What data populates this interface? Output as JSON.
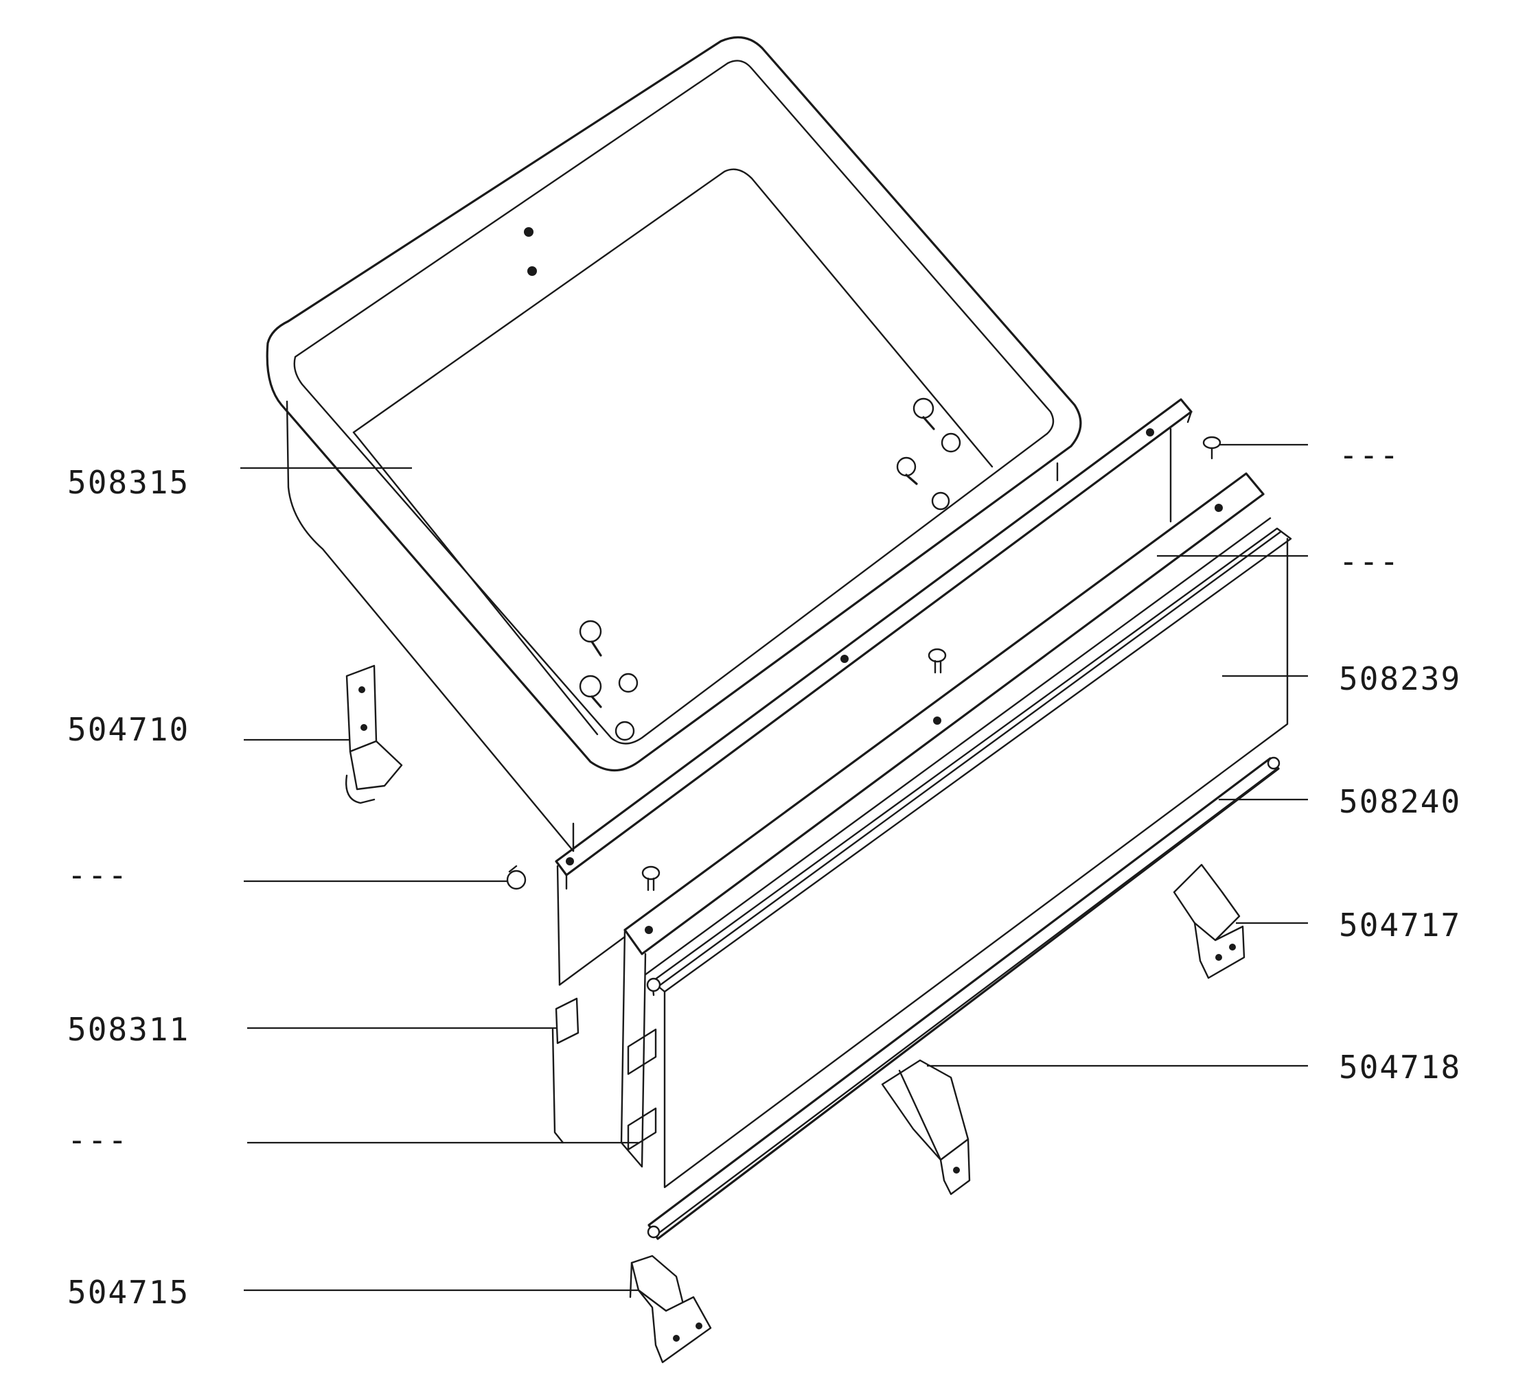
{
  "parts": [
    {
      "id": "p1",
      "number": "508315",
      "side": "left"
    },
    {
      "id": "p2",
      "number": "504710",
      "side": "left"
    },
    {
      "id": "p3",
      "number": "---",
      "side": "left"
    },
    {
      "id": "p4",
      "number": "508311",
      "side": "left"
    },
    {
      "id": "p5",
      "number": "---",
      "side": "left"
    },
    {
      "id": "p6",
      "number": "504715",
      "side": "left"
    },
    {
      "id": "p7",
      "number": "---",
      "side": "right"
    },
    {
      "id": "p8",
      "number": "---",
      "side": "right"
    },
    {
      "id": "p9",
      "number": "508239",
      "side": "right"
    },
    {
      "id": "p10",
      "number": "508240",
      "side": "right"
    },
    {
      "id": "p11",
      "number": "504717",
      "side": "right"
    },
    {
      "id": "p12",
      "number": "504718",
      "side": "right"
    }
  ]
}
